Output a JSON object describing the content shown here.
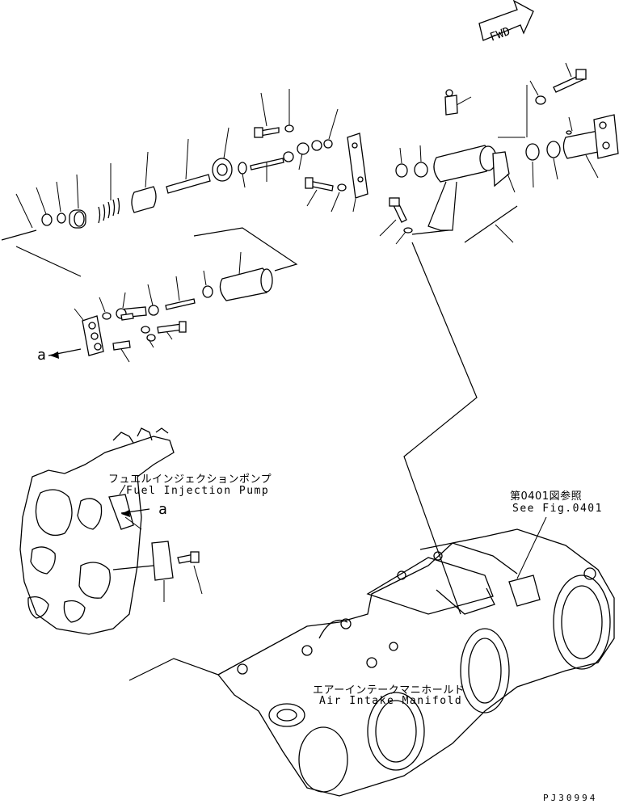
{
  "direction_marker": "FWD",
  "callout_letter": "a",
  "fuel_pump": {
    "label_jp": "フュエルインジェクションポンプ",
    "label_en": "Fuel Injection Pump"
  },
  "manifold": {
    "label_jp": "エアーインテークマニホールド",
    "label_en": "Air Intake Manifold"
  },
  "reference": {
    "label_jp": "第0401図参照",
    "label_en": "See Fig.0401"
  },
  "drawing_code": "PJ30994",
  "icons": [
    "fwd-arrow-icon",
    "callout-arrow-icon"
  ]
}
